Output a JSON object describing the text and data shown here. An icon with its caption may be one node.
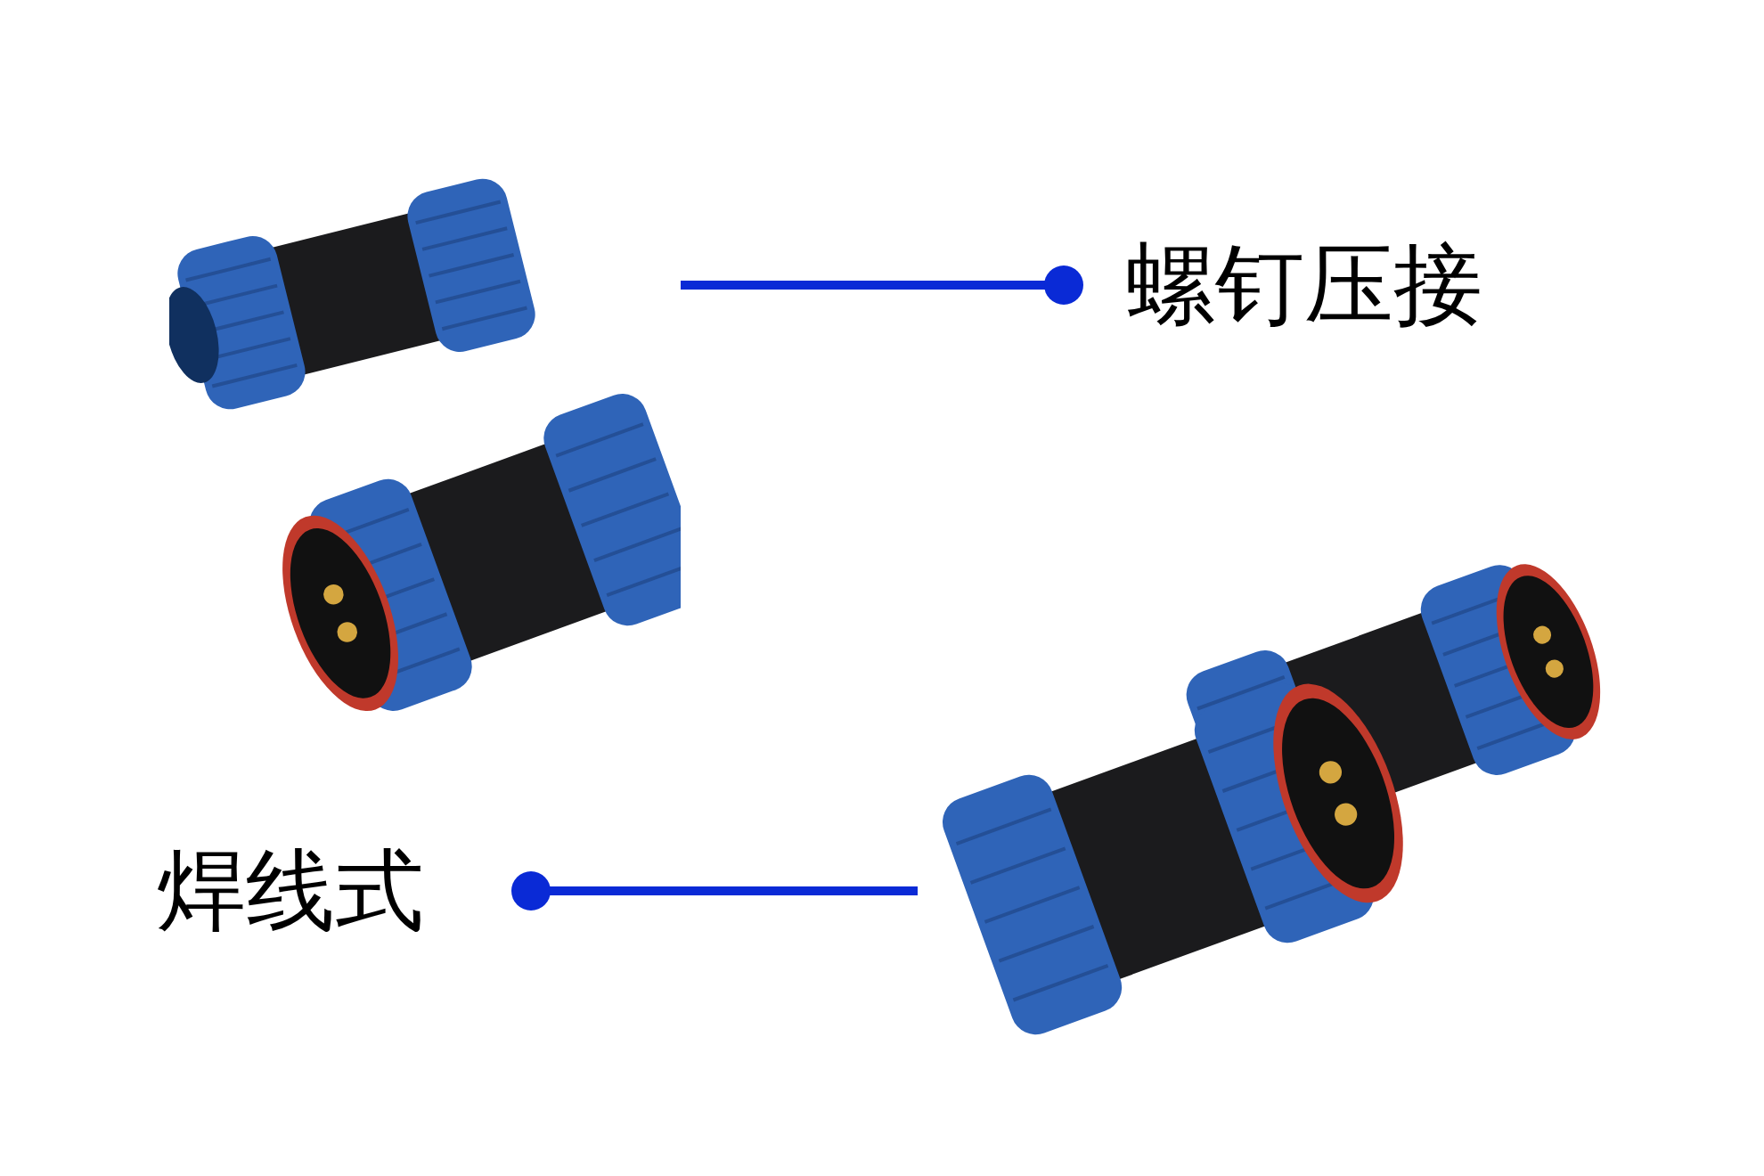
{
  "diagram": {
    "nodes": [
      {
        "text": [],
        "shape": "picture"
      },
      {
        "text": [
          "螺钉压接"
        ]
      },
      {
        "text": [
          "焊线式"
        ]
      },
      {
        "text": [],
        "shape": "picture"
      }
    ],
    "edges": [
      {
        "from": 0,
        "to": 1,
        "arrow": "other",
        "color": "#0a2ad6"
      },
      {
        "from": 3,
        "to": 2,
        "arrow": "other",
        "color": "#0a2ad6"
      }
    ]
  }
}
